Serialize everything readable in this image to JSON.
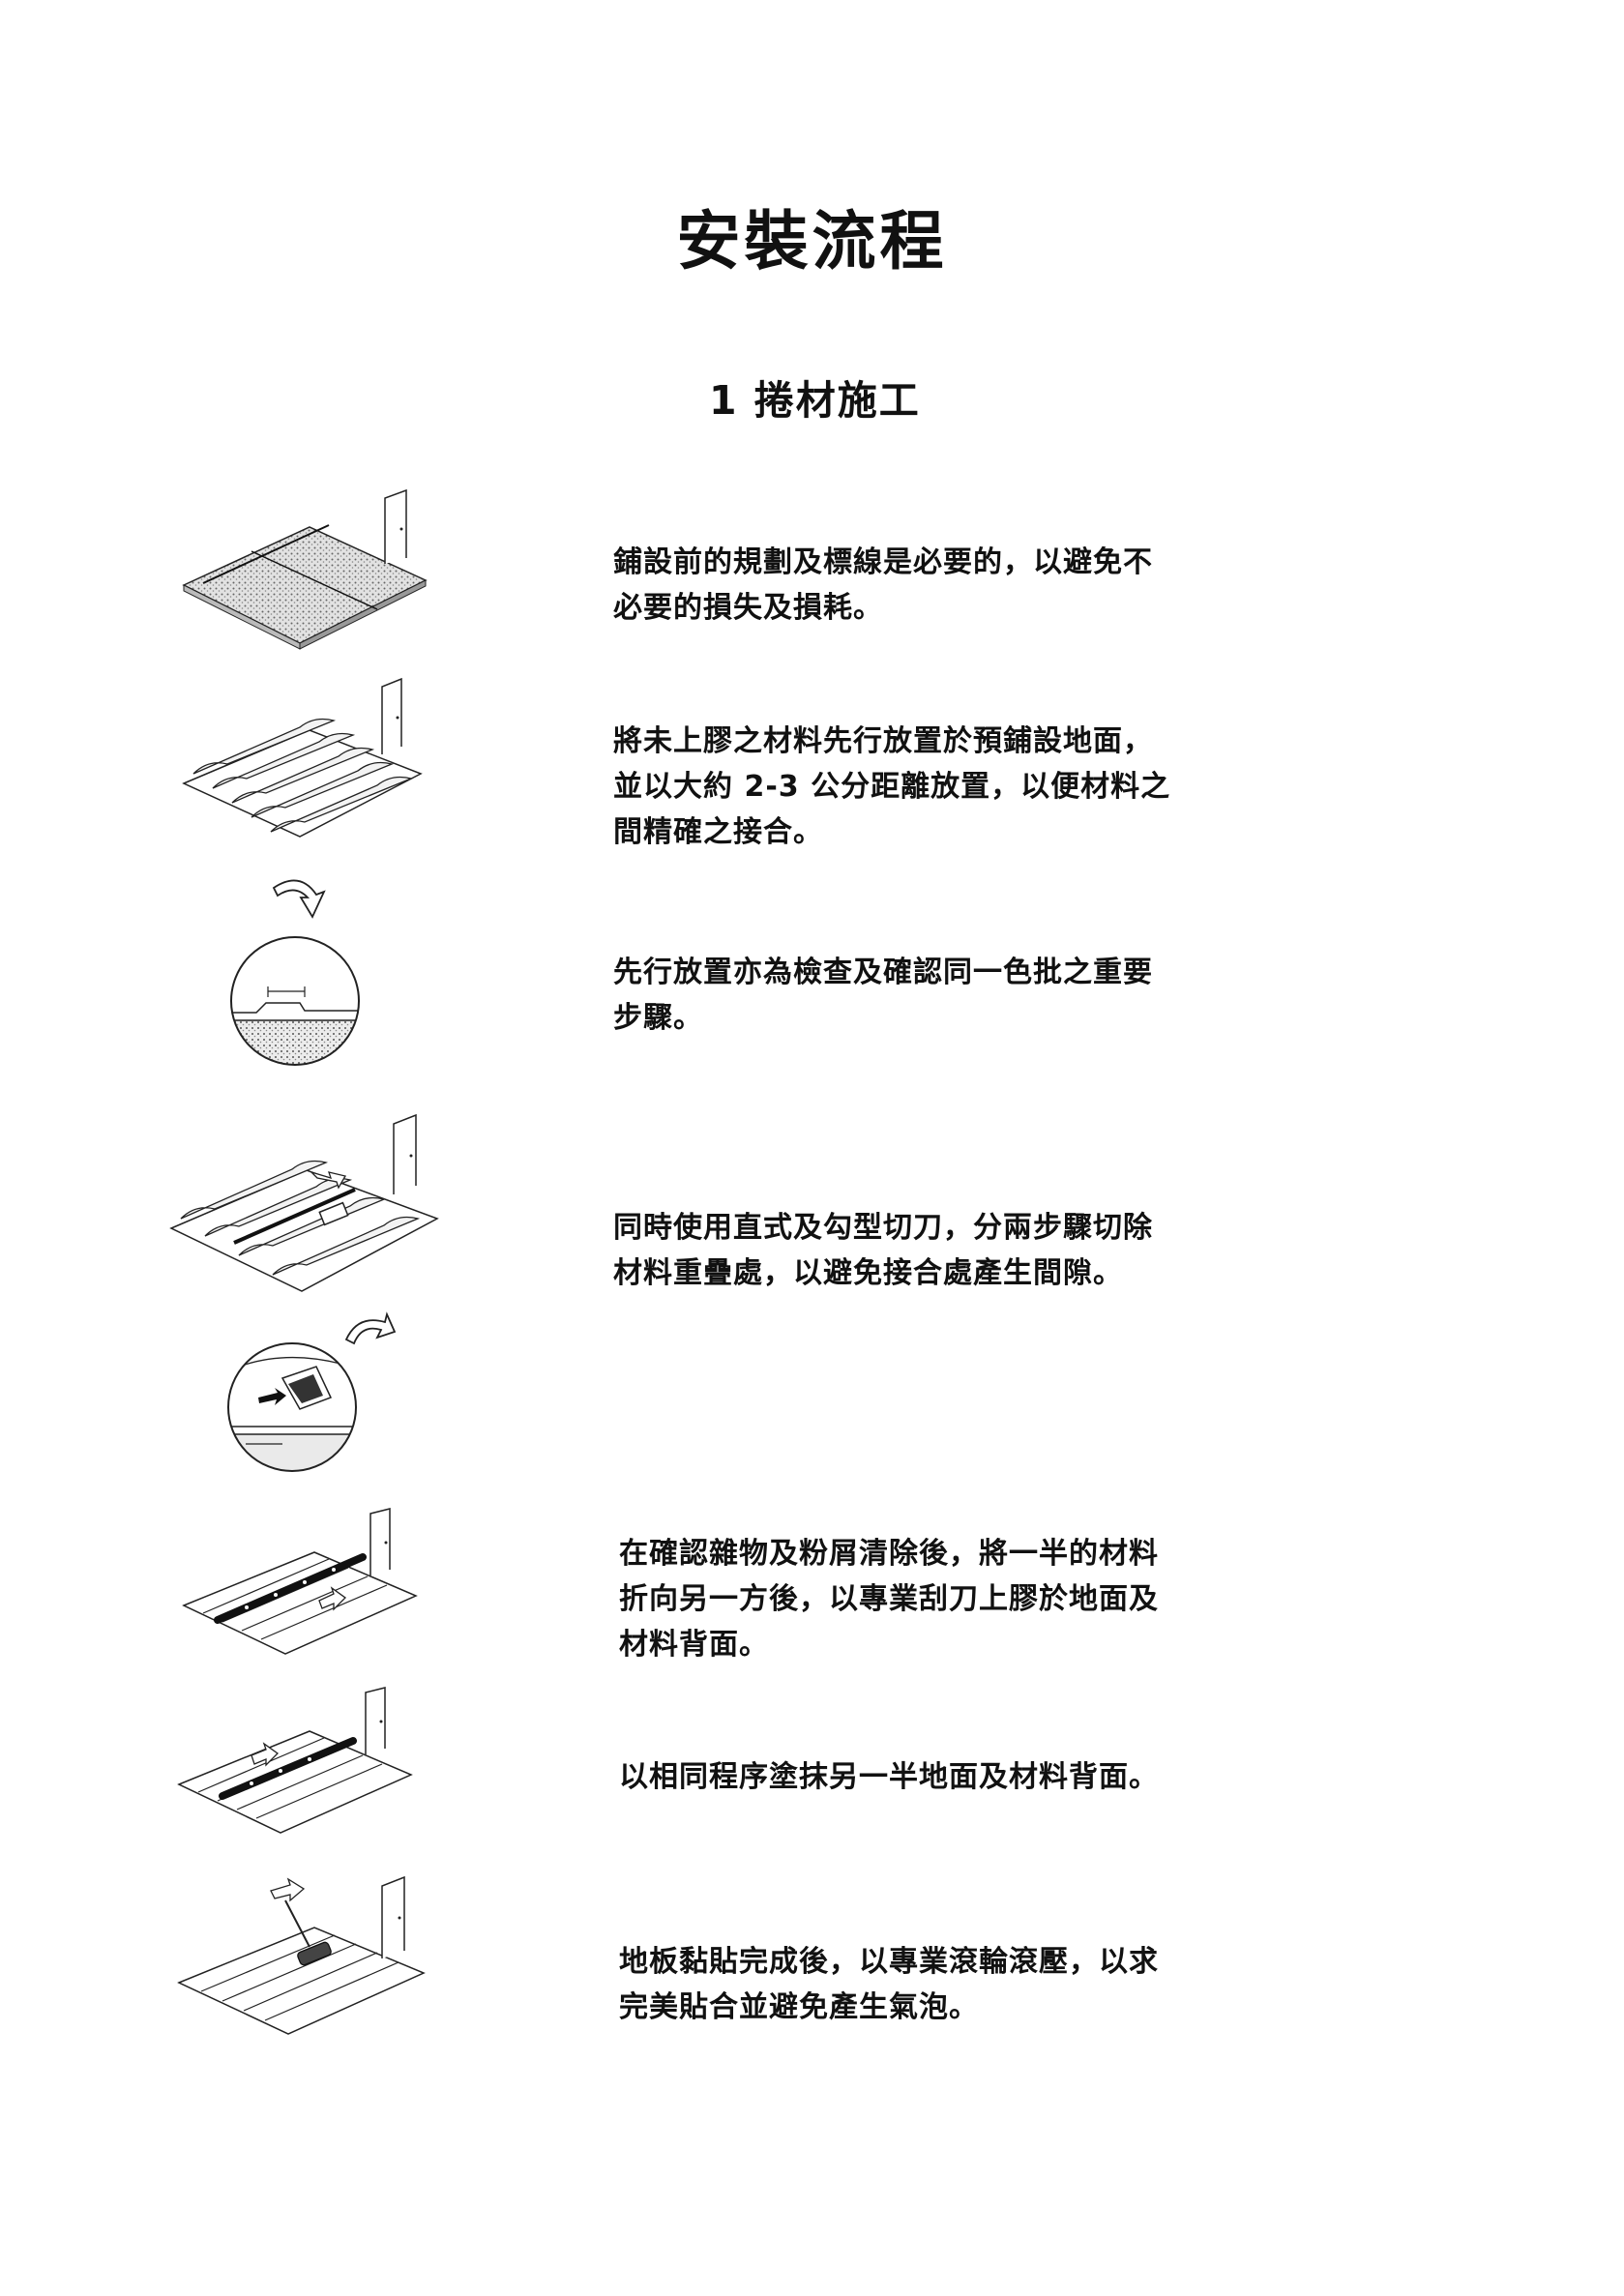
{
  "page": {
    "title": "安裝流程",
    "section_title": "1 捲材施工"
  },
  "steps": [
    {
      "lines": [
        "鋪設前的規劃及標線是必要的，以避免不",
        "必要的損失及損耗。"
      ],
      "figure": "floor-planning-illustration"
    },
    {
      "lines": [
        "將未上膠之材料先行放置於預鋪設地面，",
        "並以大約 2-3 公分距離放置，以便材料之",
        "間精確之接合。"
      ],
      "figure": "rolls-laid-illustration"
    },
    {
      "lines": [
        "先行放置亦為檢查及確認同一色批之重要",
        "步驟。"
      ],
      "figure": "overlap-detail-illustration"
    },
    {
      "lines": [
        "同時使用直式及勾型切刀，分兩步驟切除",
        "材料重疊處，以避免接合處產生間隙。"
      ],
      "figure": "cutting-illustration"
    },
    {
      "lines": [
        "在確認雜物及粉屑清除後，將一半的材料",
        "折向另一方後，以專業刮刀上膠於地面及",
        "材料背面。"
      ],
      "figure": "fold-glue-illustration"
    },
    {
      "lines": [
        "以相同程序塗抹另一半地面及材料背面。"
      ],
      "figure": "second-half-glue-illustration"
    },
    {
      "lines": [
        "地板黏貼完成後，以專業滾輪滾壓，以求",
        "完美貼合並避免產生氣泡。"
      ],
      "figure": "rolling-illustration"
    }
  ]
}
